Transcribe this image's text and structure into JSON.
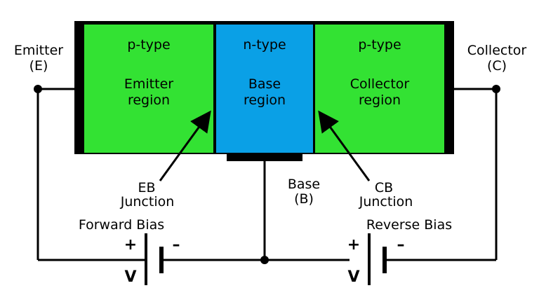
{
  "regions": {
    "emitter": {
      "type": "p-type",
      "name_line1": "Emitter",
      "name_line2": "region",
      "color": "#33e233"
    },
    "base": {
      "type": "n-type",
      "name_line1": "Base",
      "name_line2": "region",
      "color": "#0aa0e6"
    },
    "collector": {
      "type": "p-type",
      "name_line1": "Collector",
      "name_line2": "region",
      "color": "#33e233"
    }
  },
  "terminals": {
    "emitter": {
      "label": "Emitter",
      "symbol": "(E)"
    },
    "collector": {
      "label": "Collector",
      "symbol": "(C)"
    },
    "base": {
      "label": "Base",
      "symbol": "(B)"
    }
  },
  "junctions": {
    "eb": {
      "line1": "EB",
      "line2": "Junction"
    },
    "cb": {
      "line1": "CB",
      "line2": "Junction"
    }
  },
  "batteries": {
    "forward": {
      "title": "Forward Bias",
      "plus": "+",
      "minus": "–",
      "voltage": "V"
    },
    "reverse": {
      "title": "Reverse Bias",
      "plus": "+",
      "minus": "–",
      "voltage": "V"
    }
  }
}
